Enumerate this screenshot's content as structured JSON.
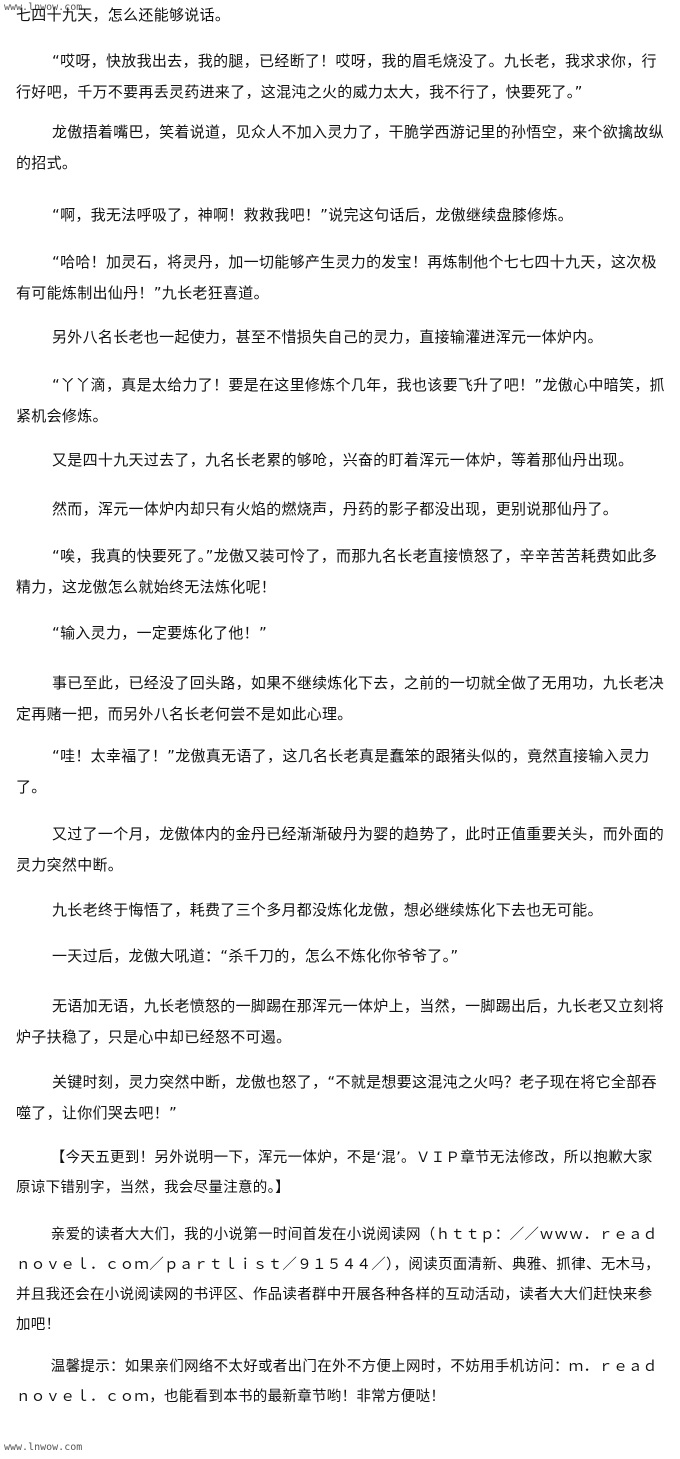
{
  "watermark": {
    "top": "www.lnwow.com",
    "bottom": "www.lnwow.com"
  },
  "paragraphs": [
    "七四十九天，怎么还能够说话。",
    "“哎呀，快放我出去，我的腿，已经断了！哎呀，我的眉毛烧没了。九长老，我求求你，行行好吧，千万不要再丢灵药进来了，这混沌之火的威力太大，我不行了，快要死了。”",
    "龙傲捂着嘴巴，笑着说道，见众人不加入灵力了，干脆学西游记里的孙悟空，来个欲擒故纵的招式。",
    "“啊，我无法呼吸了，神啊！救救我吧！”说完这句话后，龙傲继续盘膝修炼。",
    "“哈哈！加灵石，将灵丹，加一切能够产生灵力的发宝！再炼制他个七七四十九天，这次极有可能炼制出仙丹！”九长老狂喜道。",
    "另外八名长老也一起使力，甚至不惜损失自己的灵力，直接输灌进浑元一体炉内。",
    "“丫丫滴，真是太给力了！要是在这里修炼个几年，我也该要飞升了吧！”龙傲心中暗笑，抓紧机会修炼。",
    "又是四十九天过去了，九名长老累的够呛，兴奋的盯着浑元一体炉，等着那仙丹出现。",
    "然而，浑元一体炉内却只有火焰的燃烧声，丹药的影子都没出现，更别说那仙丹了。",
    "“唉，我真的快要死了。”龙傲又装可怜了，而那九名长老直接愤怒了，辛辛苦苦耗费如此多精力，这龙傲怎么就始终无法炼化呢！",
    "“输入灵力，一定要炼化了他！”",
    "事已至此，已经没了回头路，如果不继续炼化下去，之前的一切就全做了无用功，九长老决定再赌一把，而另外八名长老何尝不是如此心理。",
    "“哇！太幸福了！”龙傲真无语了，这几名长老真是蠢笨的跟猪头似的，竟然直接输入灵力了。",
    "又过了一个月，龙傲体内的金丹已经渐渐破丹为婴的趋势了，此时正值重要关头，而外面的灵力突然中断。",
    "九长老终于悔悟了，耗费了三个多月都没炼化龙傲，想必继续炼化下去也无可能。",
    "一天过后，龙傲大吼道：“杀千刀的，怎么不炼化你爷爷了。”",
    "无语加无语，九长老愤怒的一脚踢在那浑元一体炉上，当然，一脚踢出后，九长老又立刻将炉子扶稳了，只是心中却已经怒不可遏。",
    "关键时刻，灵力突然中断，龙傲也怒了，“不就是想要这混沌之火吗？老子现在将它全部吞噬了，让你们哭去吧！”",
    "【今天五更到！另外说明一下，浑元一体炉，不是‘混’。ＶＩＰ章节无法修改，所以抱歉大家原谅下错别字，当然，我会尽量注意的。】",
    "亲爱的读者大大们，我的小说第一时间首发在小说阅读网（ｈｔｔｐ：／／ｗｗｗ．ｒｅａｄｎｏｖｅｌ．ｃｏｍ／ｐａｒｔｌｉｓｔ／９１５４４／），阅读页面清新、典雅、抓律、无木马，并且我还会在小说阅读网的书评区、作品读者群中开展各种各样的互动活动，读者大大们赶快来参加吧！",
    "温馨提示：如果亲们网络不太好或者出门在外不方便上网时，不妨用手机访问：ｍ．ｒｅａｄｎｏｖｅｌ．ｃｏｍ，也能看到本书的最新章节哟！非常方便哒！"
  ]
}
